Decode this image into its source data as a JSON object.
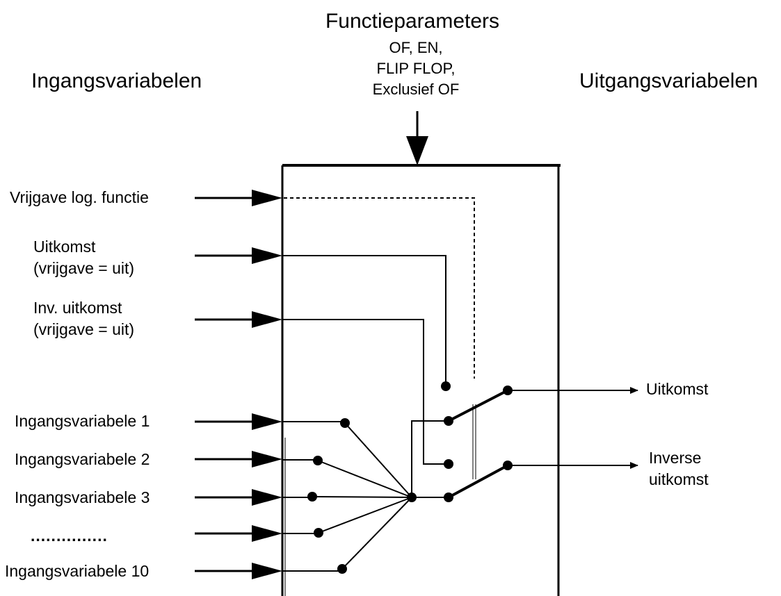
{
  "headers": {
    "function_params_title": "Functieparameters",
    "function_params_lines": [
      "OF, EN,",
      "FLIP FLOP,",
      "Exclusief OF"
    ],
    "inputs_title": "Ingangsvariabelen",
    "outputs_title": "Uitgangsvariabelen"
  },
  "inputs": {
    "enable": "Vrijgave log. functie",
    "result_when_off": [
      "Uitkomst",
      "(vrijgave = uit)"
    ],
    "inv_result_when_off": [
      "Inv. uitkomst",
      "(vrijgave = uit)"
    ],
    "var1": "Ingangsvariabele 1",
    "var2": "Ingangsvariabele 2",
    "var3": "Ingangsvariabele 3",
    "ellipsis": "...............",
    "var10": "Ingangsvariabele 10"
  },
  "outputs": {
    "result": "Uitkomst",
    "inverse_result": [
      "Inverse",
      "uitkomst"
    ]
  }
}
